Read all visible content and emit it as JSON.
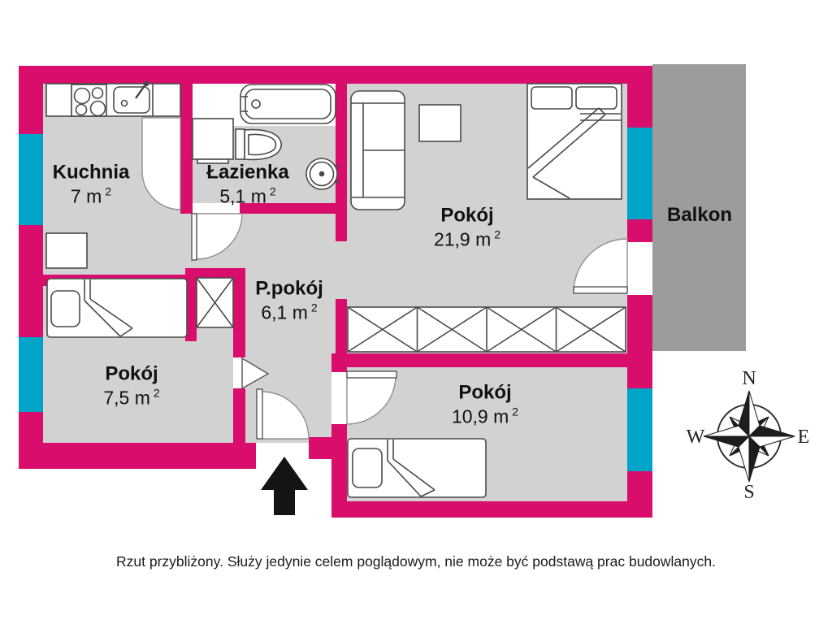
{
  "rooms": [
    {
      "id": "kuchnia",
      "name": "Kuchnia",
      "area": "7 m",
      "sup": "2"
    },
    {
      "id": "lazienka",
      "name": "Łazienka",
      "area": "5,1 m",
      "sup": "2"
    },
    {
      "id": "pokoj-duzy",
      "name": "Pokój",
      "area": "21,9 m",
      "sup": "2"
    },
    {
      "id": "przedpokoj",
      "name": "P.pokój",
      "area": "6,1 m",
      "sup": "2"
    },
    {
      "id": "pokoj-maly",
      "name": "Pokój",
      "area": "7,5 m",
      "sup": "2"
    },
    {
      "id": "pokoj-sredni",
      "name": "Pokój",
      "area": "10,9 m",
      "sup": "2"
    }
  ],
  "balcony": {
    "label": "Balkon"
  },
  "compass": {
    "n": "N",
    "e": "E",
    "s": "S",
    "w": "W"
  },
  "disclaimer": "Rzut przybliżony. Służy jedynie celem poglądowym, nie może być podstawą prac budowlanych.",
  "colors": {
    "wall": "#d90d6b",
    "window": "#00a4c8",
    "floor": "#d2d2d2",
    "balcony": "#9c9c9c",
    "furniture_outline": "#4a4a4a",
    "door_arc": "#909090",
    "arrow": "#141414"
  }
}
